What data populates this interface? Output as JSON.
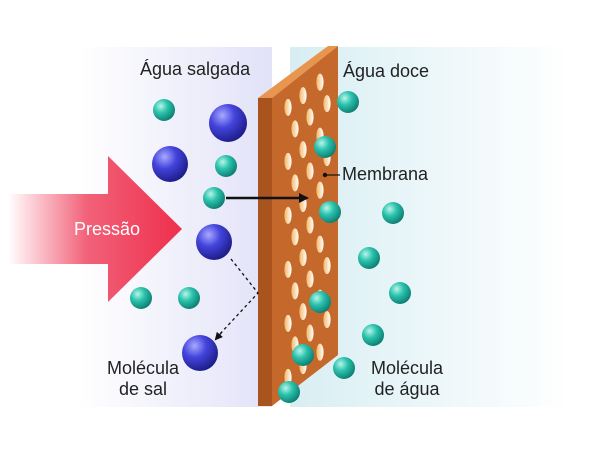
{
  "labels": {
    "salt_water": "Água salgada",
    "fresh_water": "Água doce",
    "membrane": "Membrana",
    "pressure": "Pressão",
    "salt_molecule": [
      "Molécula",
      "de sal"
    ],
    "water_molecule": [
      "Molécula",
      "de água"
    ]
  },
  "colors": {
    "salt_side_bg": "#e6e6f8",
    "fresh_side_bg": "#dff0f4",
    "membrane": "#c4692b",
    "membrane_pores": "#ffffff",
    "pressure_arrow": "#ee3350",
    "water_molecule": "#1fb5a2",
    "salt_molecule": "#3b3bd1"
  },
  "icons": {
    "pressure": "pressure-arrow-icon",
    "water_flow": "right-arrow-icon",
    "salt_path": "dashed-arrow-icon"
  }
}
